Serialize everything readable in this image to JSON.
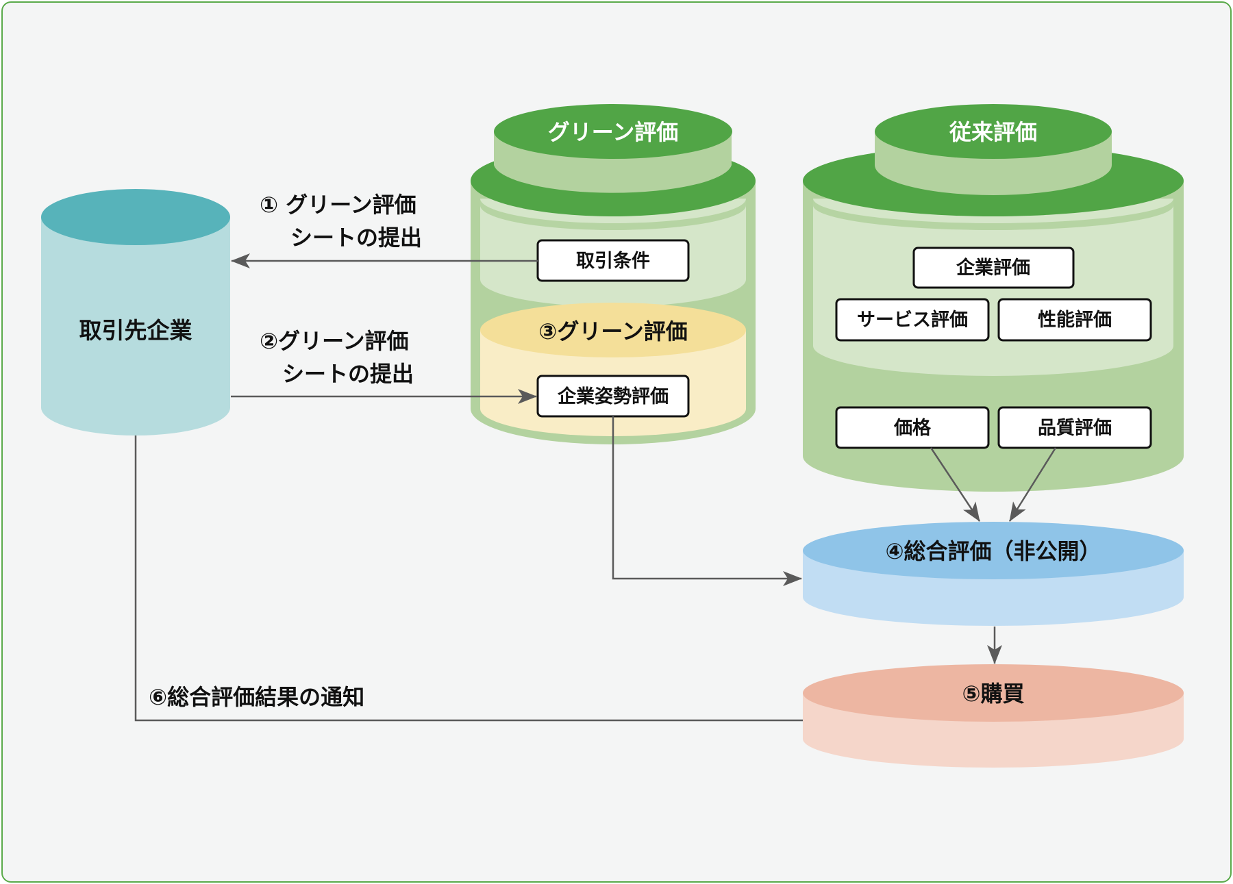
{
  "colors": {
    "frame_border": "#5aaa4a",
    "background": "#f4f5f5",
    "partner_top": "#57b3ba",
    "partner_body": "#b6dcde",
    "green_cap": "#51a546",
    "green_side": "#b3d29f",
    "green_panel": "#d5e6c9",
    "yellow_top": "#f4df99",
    "yellow_body": "#f9edc6",
    "blue_top": "#8fc4e8",
    "blue_body": "#c1ddf3",
    "salmon_top": "#edb6a2",
    "salmon_body": "#f5d6ca",
    "arrow": "#5a5a5a"
  },
  "nodes": {
    "partner": {
      "label": "取引先企業"
    },
    "green_eval": {
      "title": "グリーン評価",
      "box_terms": "取引条件",
      "step3_label": "③グリーン評価",
      "box_posture": "企業姿勢評価"
    },
    "conventional_eval": {
      "title": "従来評価",
      "box_company": "企業評価",
      "box_service": "サービス評価",
      "box_performance": "性能評価",
      "box_price": "価格",
      "box_quality": "品質評価"
    },
    "overall": {
      "label": "④総合評価（非公開）"
    },
    "purchase": {
      "label": "⑤購買"
    }
  },
  "edges": {
    "step1": {
      "line1": "① グリーン評価",
      "line2": "シートの提出"
    },
    "step2": {
      "line1": "②グリーン評価",
      "line2": "シートの提出"
    },
    "step6": {
      "label": "⑥総合評価結果の通知"
    }
  }
}
